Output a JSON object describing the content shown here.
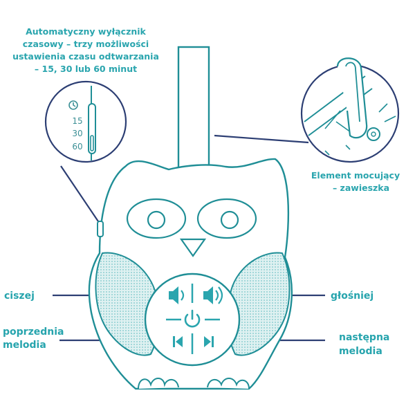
{
  "labels": {
    "timer_line1": "Automatyczny wyłącznik",
    "timer_line2": "czasowy – trzy możliwości",
    "timer_line3": "ustawienia czasu odtwarzania",
    "timer_line4": "– 15, 30 lub 60 minut",
    "hanger_line1": "Element mocujący",
    "hanger_line2": "– zawieszka",
    "quieter": "ciszej",
    "louder": "głośniej",
    "prev_line1": "poprzednia",
    "prev_line2": "melodia",
    "next_line1": "następna",
    "next_line2": "melodia"
  },
  "timer_options": [
    "15",
    "30",
    "60"
  ],
  "colors": {
    "outline": "#1f8e96",
    "accent": "#2aa5ae",
    "leader": "#2c3e73",
    "speaker_fill": "#bfe3e4"
  }
}
